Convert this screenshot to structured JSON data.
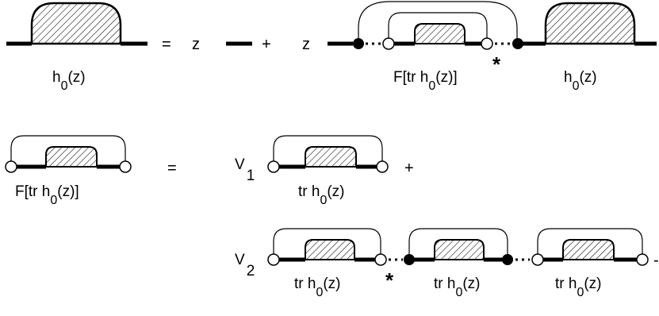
{
  "colors": {
    "ink": "#000000",
    "paper": "#ffffff",
    "hatch": "#000000"
  },
  "symbols": {
    "equals": "=",
    "plus": "+",
    "z": "z",
    "star": "*",
    "trailing_dash": "-"
  },
  "labels": {
    "h0_left": {
      "pre": "h",
      "sub": "0",
      "post": "(z)"
    },
    "F_top": {
      "pre": "F[tr h",
      "sub": "0",
      "post": "(z)]"
    },
    "h0_right": {
      "pre": "h",
      "sub": "0",
      "post": "(z)"
    },
    "F_left": {
      "pre": "F[tr h",
      "sub": "0",
      "post": "(z)]"
    },
    "trh_row2": {
      "pre": "tr h",
      "sub": "0",
      "post": "(z)"
    },
    "trh_row3_a": {
      "pre": "tr h",
      "sub": "0",
      "post": "(z)"
    },
    "trh_row3_b": {
      "pre": "tr h",
      "sub": "0",
      "post": "(z)"
    },
    "trh_row3_c": {
      "pre": "tr h",
      "sub": "0",
      "post": "(z)"
    }
  },
  "coefficients": {
    "V1": {
      "letter": "V",
      "index": "1"
    },
    "V2": {
      "letter": "V",
      "index": "2"
    }
  }
}
